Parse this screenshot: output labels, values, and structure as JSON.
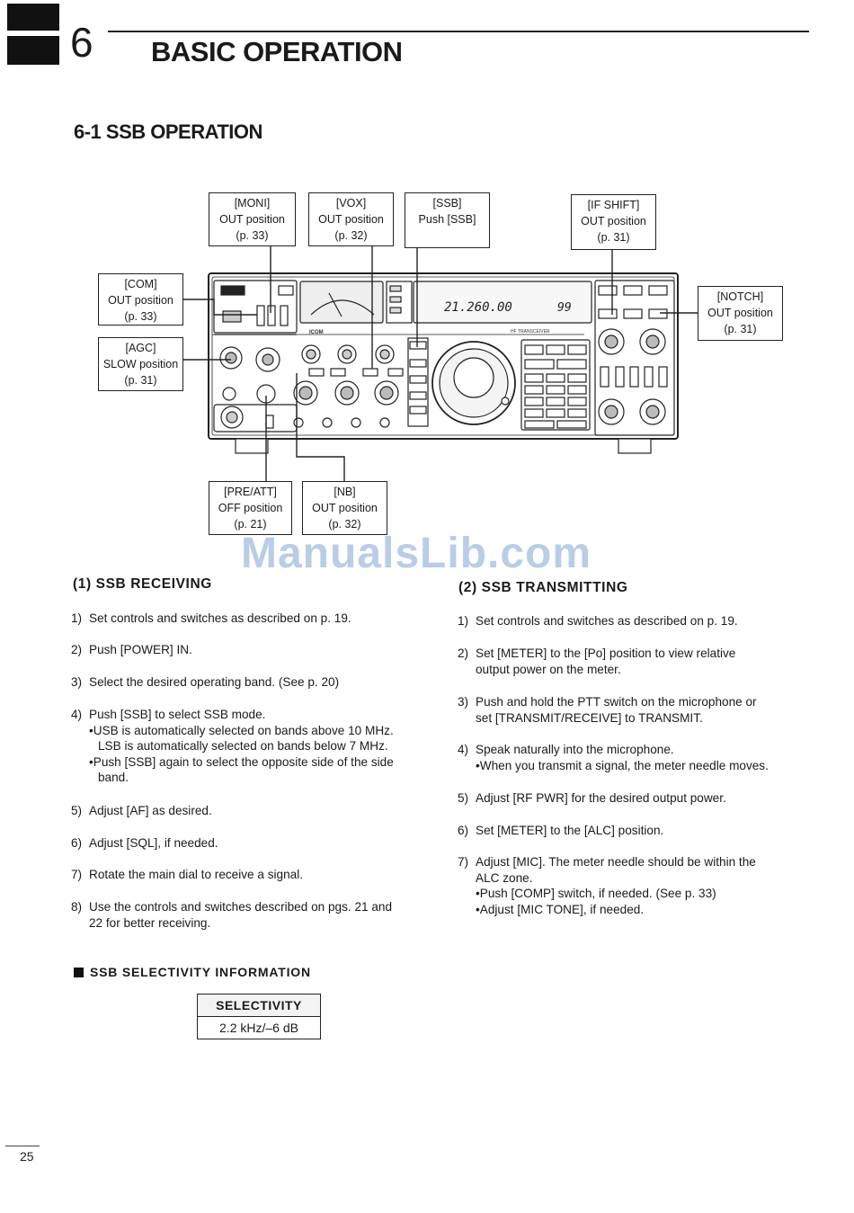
{
  "header": {
    "chapter_number": "6",
    "chapter_title": "BASIC OPERATION",
    "section_title": "6-1 SSB OPERATION"
  },
  "callouts": {
    "moni": [
      "[MONI]",
      "OUT position",
      "(p. 33)"
    ],
    "vox": [
      "[VOX]",
      "OUT position",
      "(p. 32)"
    ],
    "ssb": [
      "[SSB]",
      "Push [SSB]"
    ],
    "if_shift": [
      "[IF SHIFT]",
      "OUT position",
      "(p. 31)"
    ],
    "com": [
      "[COM]",
      "OUT position",
      "(p. 33)"
    ],
    "agc": [
      "[AGC]",
      "SLOW position",
      "(p. 31)"
    ],
    "notch": [
      "[NOTCH]",
      "OUT position",
      "(p. 31)"
    ],
    "pre_att": [
      "[PRE/ATT]",
      "OFF position",
      "(p. 21)"
    ],
    "nb": [
      "[NB]",
      "OUT position",
      "(p. 32)"
    ]
  },
  "radio": {
    "frequency": "21.260.00",
    "channel": "99",
    "model_text": "HF TRANSCEIVER",
    "brand": "ICOM"
  },
  "watermark": "ManualsLib.com",
  "receiving": {
    "heading": "(1) SSB RECEIVING",
    "steps": [
      {
        "num": "1)",
        "text": "Set controls and switches as described on p. 19."
      },
      {
        "num": "2)",
        "text": "Push [POWER] IN."
      },
      {
        "num": "3)",
        "text": "Select the desired operating band.  (See p. 20)"
      },
      {
        "num": "4)",
        "text": "Push [SSB] to select SSB mode.",
        "bullet1": "•USB is automatically selected on bands above 10 MHz.",
        "bullet1b": "LSB is automatically selected on bands below 7 MHz.",
        "bullet2": "•Push [SSB] again to select the opposite side of the side",
        "bullet2b": "band."
      },
      {
        "num": "5)",
        "text": "Adjust [AF] as desired."
      },
      {
        "num": "6)",
        "text": "Adjust [SQL], if needed."
      },
      {
        "num": "7)",
        "text": "Rotate the main dial to receive a signal."
      },
      {
        "num": "8)",
        "text": "Use the controls and switches described on pgs. 21 and",
        "text2": "22 for better receiving."
      }
    ]
  },
  "transmitting": {
    "heading": "(2) SSB TRANSMITTING",
    "steps": [
      {
        "num": "1)",
        "text": "Set controls and switches as described on p. 19."
      },
      {
        "num": "2)",
        "text": "Set [METER] to the [Po] position to view relative",
        "text2": "output power on the meter."
      },
      {
        "num": "3)",
        "text": "Push and hold the PTT switch on the microphone or",
        "text2": "set [TRANSMIT/RECEIVE] to TRANSMIT."
      },
      {
        "num": "4)",
        "text": "Speak naturally into the microphone.",
        "bullet1": "•When you transmit a signal, the meter needle moves."
      },
      {
        "num": "5)",
        "text": "Adjust [RF PWR] for the desired output power."
      },
      {
        "num": "6)",
        "text": "Set [METER] to the [ALC] position."
      },
      {
        "num": "7)",
        "text": "Adjust [MIC].  The meter needle should be within the",
        "text2": "ALC zone.",
        "bullet1": "•Push [COMP] switch, if needed.  (See p. 33)",
        "bullet2": "•Adjust [MIC TONE], if needed."
      }
    ]
  },
  "selectivity": {
    "heading": "SSB SELECTIVITY INFORMATION",
    "table_header": "SELECTIVITY",
    "table_value": "2.2 kHz/–6 dB"
  },
  "page_number": "25"
}
